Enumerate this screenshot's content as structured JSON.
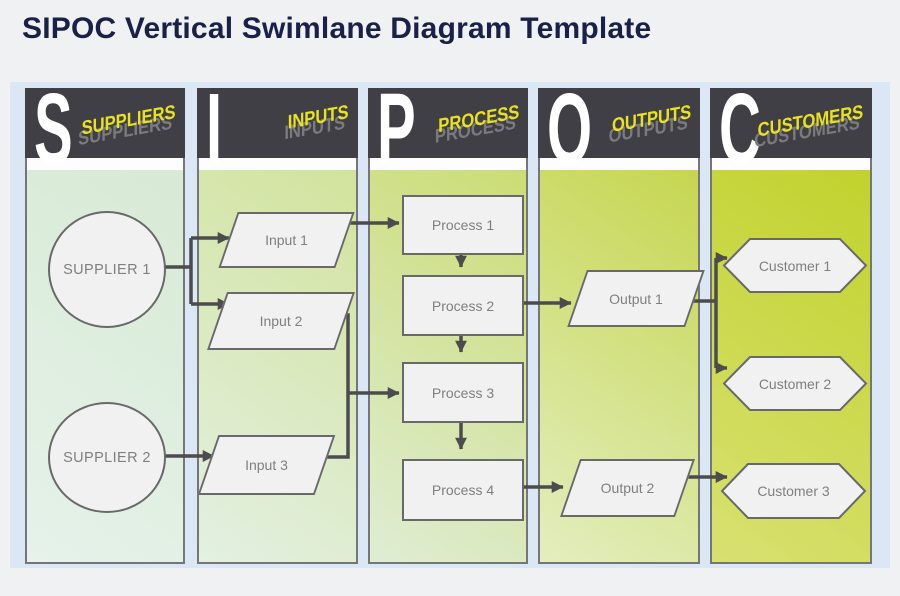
{
  "title": "SIPOC Vertical Swimlane Diagram Template",
  "lanes": [
    {
      "letter": "S",
      "heading": "SUPPLIERS"
    },
    {
      "letter": "I",
      "heading": "INPUTS"
    },
    {
      "letter": "P",
      "heading": "PROCESS"
    },
    {
      "letter": "O",
      "heading": "OUTPUTS"
    },
    {
      "letter": "C",
      "heading": "CUSTOMERS"
    }
  ],
  "nodes": {
    "supplier1": "SUPPLIER 1",
    "supplier2": "SUPPLIER 2",
    "input1": "Input 1",
    "input2": "Input 2",
    "input3": "Input 3",
    "process1": "Process 1",
    "process2": "Process 2",
    "process3": "Process 3",
    "process4": "Process 4",
    "output1": "Output 1",
    "output2": "Output 2",
    "customer1": "Customer 1",
    "customer2": "Customer 2",
    "customer3": "Customer 3"
  },
  "edges": [
    [
      "supplier1",
      "input1"
    ],
    [
      "supplier1",
      "input2"
    ],
    [
      "supplier2",
      "input3"
    ],
    [
      "input1",
      "process1"
    ],
    [
      "input2",
      "process3"
    ],
    [
      "input3",
      "process3"
    ],
    [
      "process1",
      "process2"
    ],
    [
      "process2",
      "process3"
    ],
    [
      "process3",
      "process4"
    ],
    [
      "process2",
      "output1"
    ],
    [
      "process4",
      "output2"
    ],
    [
      "output1",
      "customer1"
    ],
    [
      "output1",
      "customer2"
    ],
    [
      "output2",
      "customer3"
    ]
  ],
  "colors": {
    "page_bg": "#eff1f3",
    "canvas_bg": "#dbe7f5",
    "header_bg": "#403f45",
    "heading_yellow": "#e9e220",
    "heading_shadow": "#7b7b7e",
    "lane_top": [
      "#d7ead4",
      "#d2e39c",
      "#cbdc74",
      "#c6d64f",
      "#c1d22d"
    ],
    "lane_bottom": [
      "#e6f2ea",
      "#e3f0e3",
      "#dfedd4",
      "#e3eec0",
      "#d8e171"
    ],
    "connector": "#4c4c4e",
    "node_fill": "#f1f1f2",
    "node_border": "#69696b",
    "node_text": "#7e7f81",
    "title_color": "#1a2148"
  }
}
